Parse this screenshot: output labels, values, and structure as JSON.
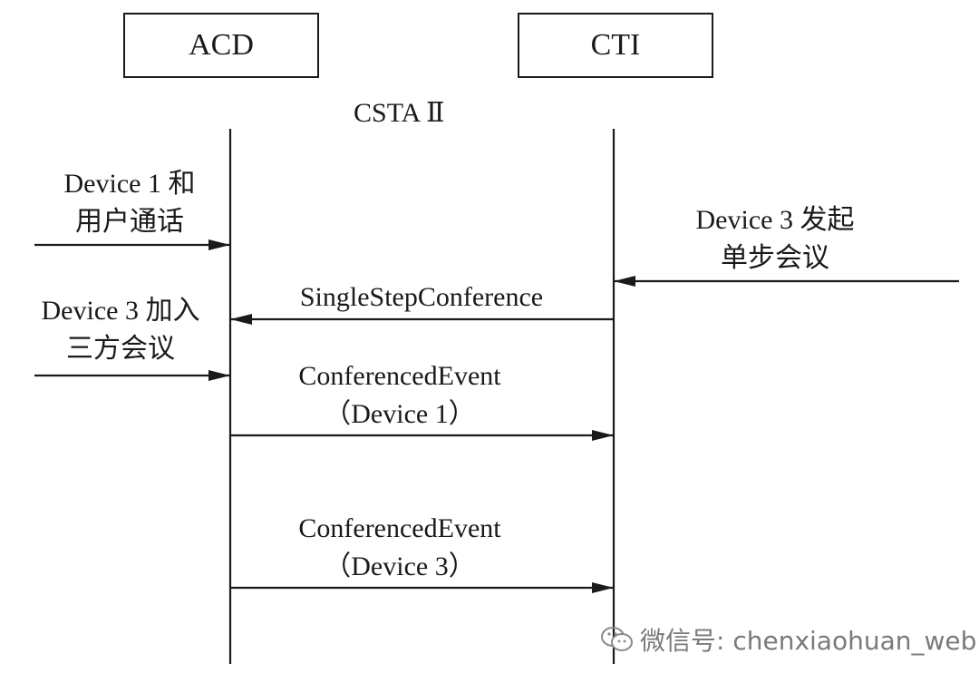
{
  "participants": {
    "acd": "ACD",
    "cti": "CTI"
  },
  "protocol_label": "CSTA Ⅱ",
  "messages": {
    "device1_talk": [
      "Device 1 和",
      "用户通话"
    ],
    "device3_initiate": [
      "Device 3 发起",
      "单步会议"
    ],
    "single_step": "SingleStepConference",
    "device3_join": [
      "Device 3 加入",
      "三方会议"
    ],
    "conf_event_1": [
      "ConferencedEvent",
      "（Device 1）"
    ],
    "conf_event_3": [
      "ConferencedEvent",
      "（Device 3）"
    ]
  },
  "watermark": {
    "icon": "wechat-icon",
    "text": "微信号: chenxiaohuan_web"
  }
}
